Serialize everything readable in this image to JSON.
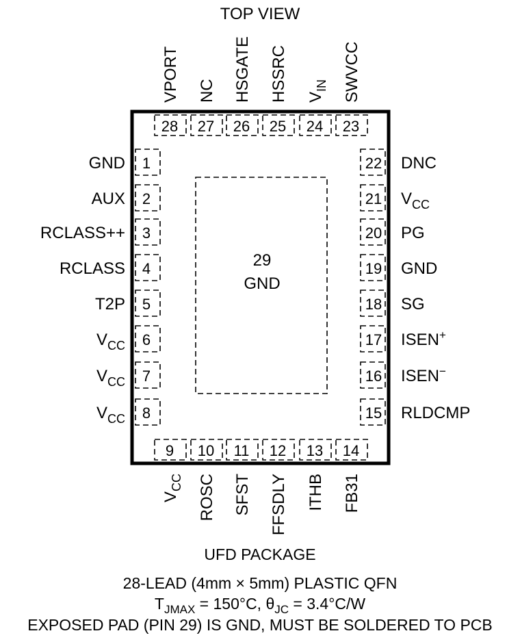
{
  "view_label": "TOP VIEW",
  "pins_top": [
    {
      "num": "28",
      "label": "VPORT",
      "sub": ""
    },
    {
      "num": "27",
      "label": "NC",
      "sub": ""
    },
    {
      "num": "26",
      "label": "HSGATE",
      "sub": ""
    },
    {
      "num": "25",
      "label": "HSSRC",
      "sub": ""
    },
    {
      "num": "24",
      "label": "V",
      "sub": "IN"
    },
    {
      "num": "23",
      "label": "SWVCC",
      "sub": ""
    }
  ],
  "pins_left": [
    {
      "num": "1",
      "label": "GND",
      "sub": "",
      "sup": ""
    },
    {
      "num": "2",
      "label": "AUX",
      "sub": "",
      "sup": ""
    },
    {
      "num": "3",
      "label": "RCLASS++",
      "sub": "",
      "sup": ""
    },
    {
      "num": "4",
      "label": "RCLASS",
      "sub": "",
      "sup": ""
    },
    {
      "num": "5",
      "label": "T2P",
      "sub": "",
      "sup": ""
    },
    {
      "num": "6",
      "label": "V",
      "sub": "CC",
      "sup": ""
    },
    {
      "num": "7",
      "label": "V",
      "sub": "CC",
      "sup": ""
    },
    {
      "num": "8",
      "label": "V",
      "sub": "CC",
      "sup": ""
    }
  ],
  "pins_right": [
    {
      "num": "22",
      "label": "DNC",
      "sub": "",
      "sup": ""
    },
    {
      "num": "21",
      "label": "V",
      "sub": "CC",
      "sup": ""
    },
    {
      "num": "20",
      "label": "PG",
      "sub": "",
      "sup": ""
    },
    {
      "num": "19",
      "label": "GND",
      "sub": "",
      "sup": ""
    },
    {
      "num": "18",
      "label": "SG",
      "sub": "",
      "sup": ""
    },
    {
      "num": "17",
      "label": "ISEN",
      "sub": "",
      "sup": "+"
    },
    {
      "num": "16",
      "label": "ISEN",
      "sub": "",
      "sup": "−"
    },
    {
      "num": "15",
      "label": "RLDCMP",
      "sub": "",
      "sup": ""
    }
  ],
  "pins_bottom": [
    {
      "num": "9",
      "label": "V",
      "sub": "CC"
    },
    {
      "num": "10",
      "label": "ROSC",
      "sub": ""
    },
    {
      "num": "11",
      "label": "SFST",
      "sub": ""
    },
    {
      "num": "12",
      "label": "FFSDLY",
      "sub": ""
    },
    {
      "num": "13",
      "label": "ITHB",
      "sub": ""
    },
    {
      "num": "14",
      "label": "FB31",
      "sub": ""
    }
  ],
  "exposed_pad": {
    "num": "29",
    "label": "GND"
  },
  "caption": {
    "package": "UFD PACKAGE",
    "lead": "28-LEAD (4mm × 5mm) PLASTIC QFN",
    "tjmax_prefix": "T",
    "tjmax_sub": "JMAX",
    "tjmax_mid": " = 150°C, θ",
    "theta_sub": "JC",
    "theta_val": " = 3.4°C/W",
    "exposed": "EXPOSED PAD (PIN 29) IS GND, MUST BE SOLDERED TO PCB"
  }
}
